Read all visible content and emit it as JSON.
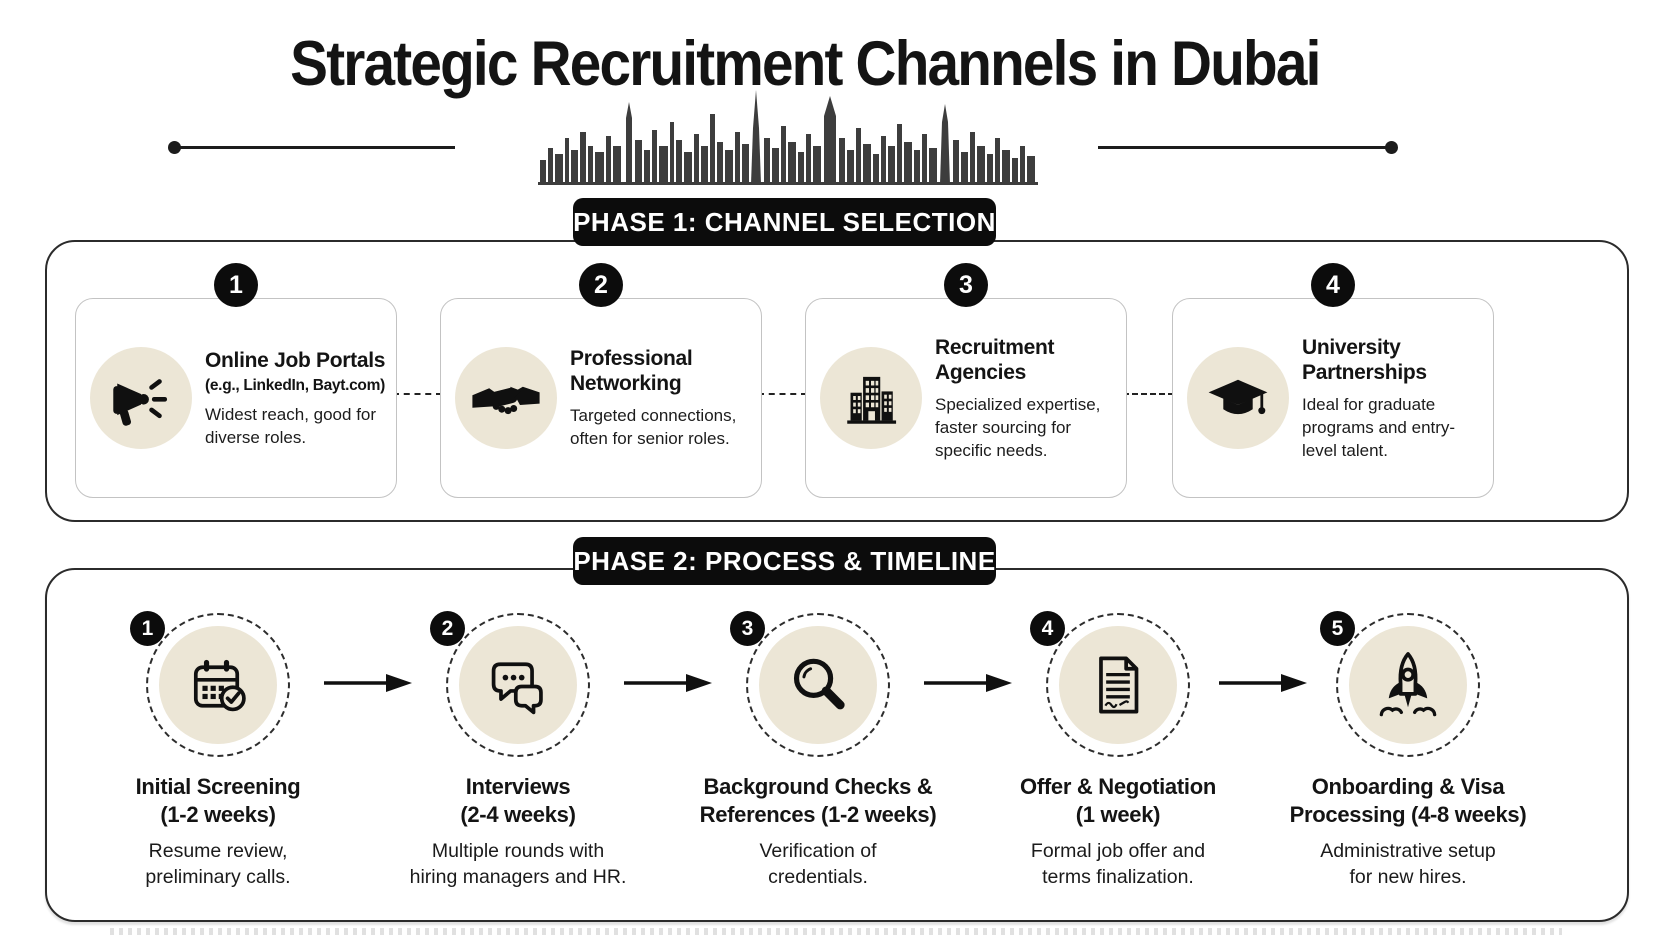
{
  "header": {
    "title": "Strategic Recruitment Channels in Dubai",
    "decoration": "dubai-skyline-silhouette"
  },
  "phase1": {
    "banner": "PHASE 1: CHANNEL SELECTION",
    "cards": [
      {
        "number": "1",
        "icon": "megaphone-icon",
        "title": "Online Job Portals",
        "subtitle": "(e.g., LinkedIn, Bayt.com)",
        "description": "Widest reach, good for diverse roles."
      },
      {
        "number": "2",
        "icon": "handshake-icon",
        "title": "Professional Networking",
        "subtitle": "",
        "description": "Targeted connections, often for senior roles."
      },
      {
        "number": "3",
        "icon": "office-buildings-icon",
        "title": "Recruitment Agencies",
        "subtitle": "",
        "description": "Specialized expertise, faster sourcing for specific needs."
      },
      {
        "number": "4",
        "icon": "graduation-cap-icon",
        "title": "University Partnerships",
        "subtitle": "",
        "description": "Ideal for graduate programs and entry-level talent."
      }
    ]
  },
  "phase2": {
    "banner": "PHASE 2: PROCESS & TIMELINE",
    "steps": [
      {
        "number": "1",
        "icon": "calendar-check-icon",
        "title_lines": [
          "Initial Screening",
          "(1-2 weeks)"
        ],
        "desc_lines": [
          "Resume review,",
          "preliminary calls."
        ]
      },
      {
        "number": "2",
        "icon": "chat-bubbles-icon",
        "title_lines": [
          "Interviews",
          "(2-4 weeks)"
        ],
        "desc_lines": [
          "Multiple rounds with",
          "hiring managers and HR."
        ]
      },
      {
        "number": "3",
        "icon": "magnifier-icon",
        "title_lines": [
          "Background Checks &",
          "References (1-2 weeks)"
        ],
        "desc_lines": [
          "Verification of",
          "credentials."
        ]
      },
      {
        "number": "4",
        "icon": "contract-signature-icon",
        "title_lines": [
          "Offer & Negotiation",
          "(1 week)"
        ],
        "desc_lines": [
          "Formal job offer and",
          "terms finalization."
        ]
      },
      {
        "number": "5",
        "icon": "rocket-launch-icon",
        "title_lines": [
          "Onboarding & Visa",
          "Processing (4-8 weeks)"
        ],
        "desc_lines": [
          "Administrative setup",
          "for new hires."
        ]
      }
    ]
  },
  "colors": {
    "accent_black": "#0c0c0c",
    "icon_bg": "#ece6d6",
    "card_border": "#c3c3c3"
  }
}
